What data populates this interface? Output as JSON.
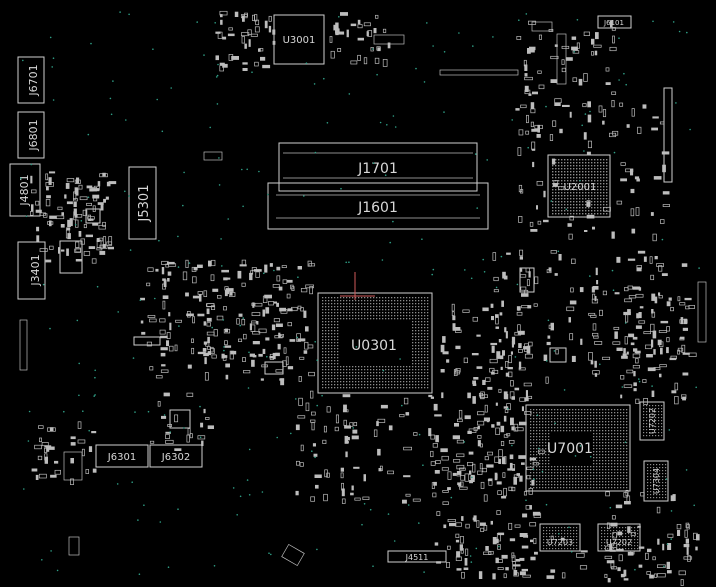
{
  "refdes": {
    "u3001": "U3001",
    "j6101": "J6101",
    "j6701": "J6701",
    "j6801": "J6801",
    "j4801": "J4801",
    "j5301": "J5301",
    "j3401": "J3401",
    "j1701": "J1701",
    "j1601": "J1601",
    "u2001": "U2001",
    "u0301": "U0301",
    "u7001": "U7001",
    "u7202a": "U7202",
    "u7304": "U7304",
    "u7203": "U7203",
    "u7202b": "U7202",
    "j6301": "J6301",
    "j6302": "J6302",
    "j4511": "J4511"
  },
  "colors": {
    "background": "#000000",
    "outline": "#cfcfcf",
    "label": "#d8d8d8",
    "via": "#2f9f86"
  }
}
